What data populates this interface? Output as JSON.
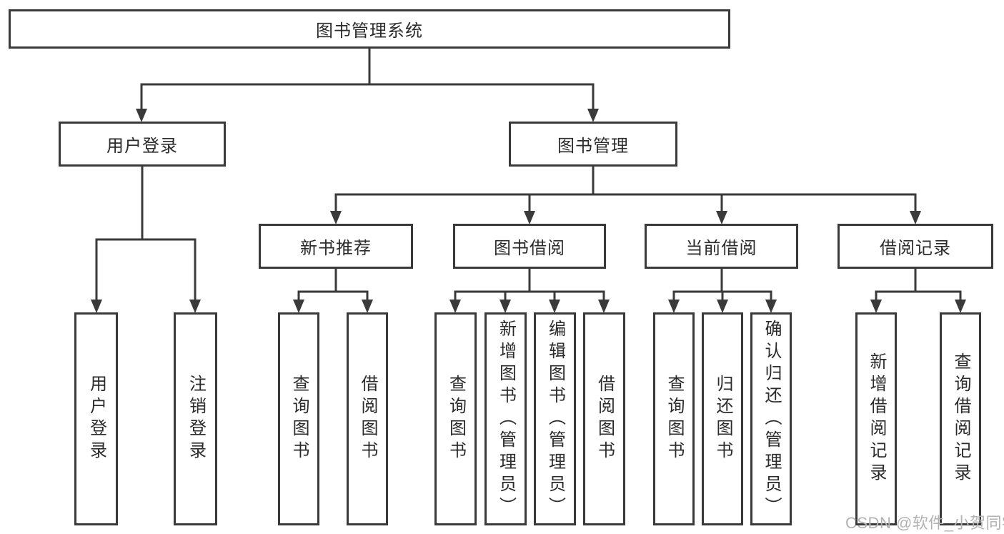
{
  "diagram": {
    "title": "图书管理系统",
    "nodes": {
      "root": "图书管理系统",
      "user_login": "用户登录",
      "book_mgmt": "图书管理",
      "new_book": "新书推荐",
      "book_borrow": "图书借阅",
      "current_borrow": "当前借阅",
      "borrow_record": "借阅记录"
    },
    "leaves": {
      "user_login": [
        "用户登录",
        "注销登录"
      ],
      "new_book": [
        "查询图书",
        "借阅图书"
      ],
      "book_borrow": [
        "查询图书",
        "新增图书（管理员）",
        "编辑图书（管理员）",
        "借阅图书"
      ],
      "current_borrow": [
        "查询图书",
        "归还图书",
        "确认归还（管理员）"
      ],
      "borrow_record": [
        "新增借阅记录",
        "查询借阅记录"
      ]
    }
  },
  "watermark": {
    "text": "CSDN @软件_小贺同学"
  },
  "colors": {
    "line": "#3a3a3a",
    "text": "#2b2b2b",
    "box_fill": "#ffffff",
    "background": "#ffffff",
    "watermark": "#b2b2b2"
  }
}
